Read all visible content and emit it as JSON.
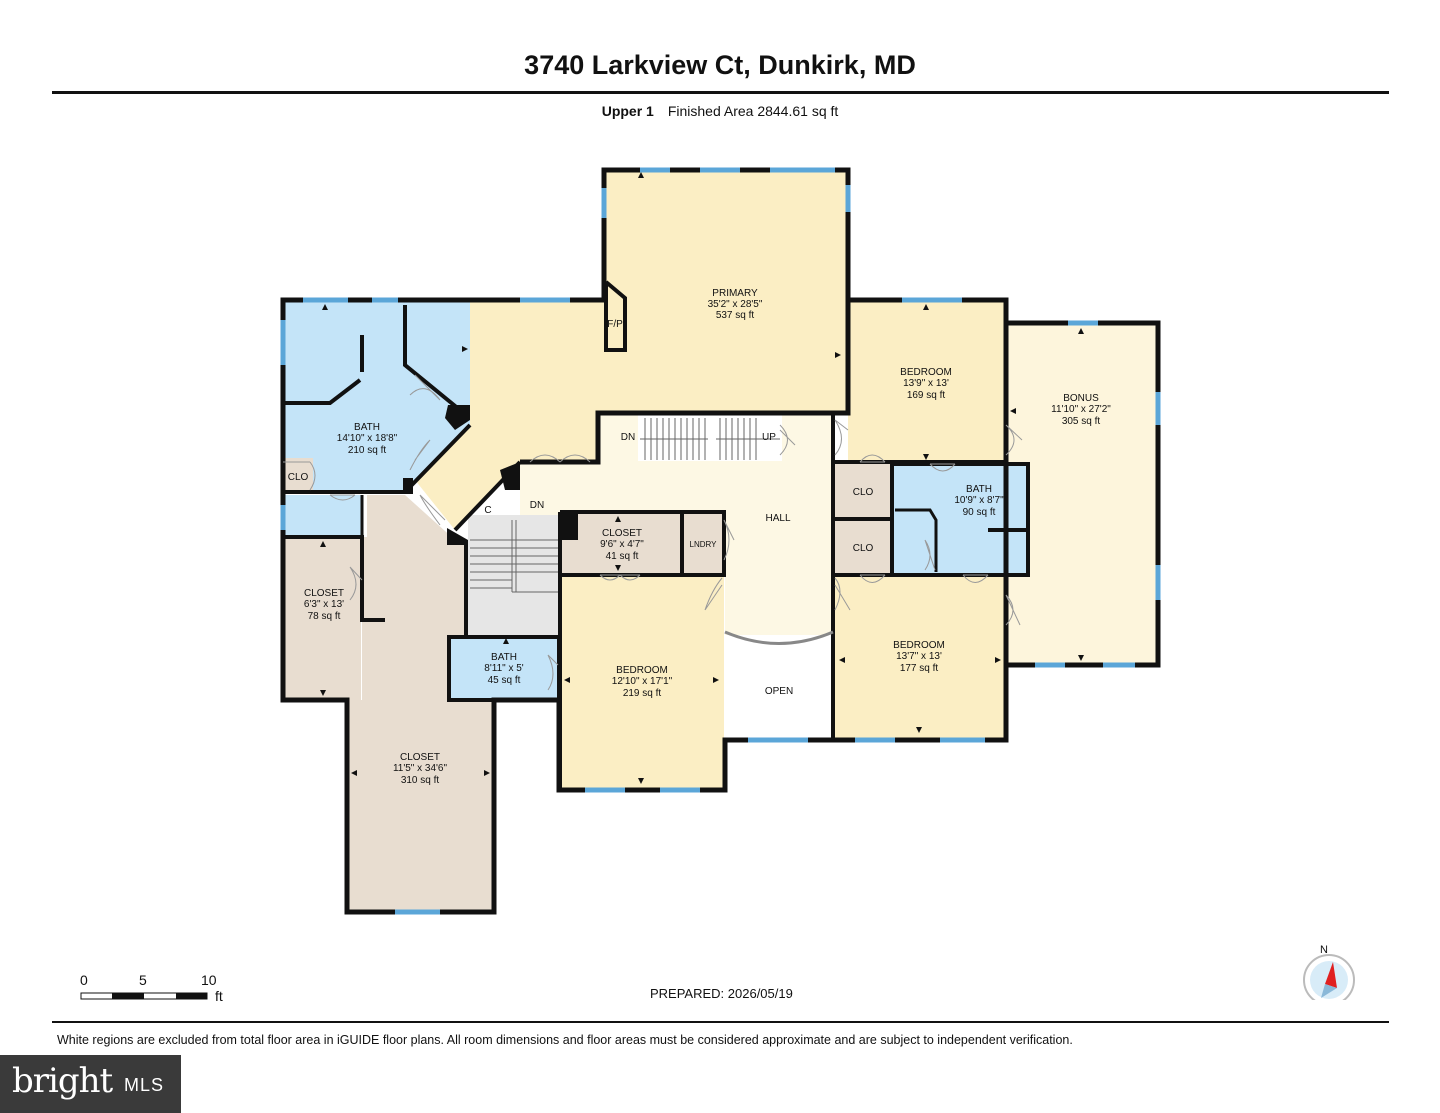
{
  "header": {
    "title": "3740 Larkview Ct, Dunkirk, MD",
    "level": "Upper 1",
    "finished_area": "Finished Area 2844.61 sq ft"
  },
  "rooms": {
    "primary": {
      "name": "PRIMARY",
      "dims": "35'2\" x 28'5\"",
      "area": "537 sq ft"
    },
    "fp": {
      "name": "F/P"
    },
    "bedroom_ne": {
      "name": "BEDROOM",
      "dims": "13'9\" x 13'",
      "area": "169 sq ft"
    },
    "bonus": {
      "name": "BONUS",
      "dims": "11'10\" x 27'2\"",
      "area": "305 sq ft"
    },
    "bath_w": {
      "name": "BATH",
      "dims": "14'10\" x 18'8\"",
      "area": "210 sq ft"
    },
    "clo_w": {
      "name": "CLO"
    },
    "closet_w": {
      "name": "CLOSET",
      "dims": "6'3\" x 13'",
      "area": "78 sq ft"
    },
    "closet_big": {
      "name": "CLOSET",
      "dims": "11'5\" x 34'6\"",
      "area": "310 sq ft"
    },
    "bath_small": {
      "name": "BATH",
      "dims": "8'11\" x 5'",
      "area": "45 sq ft"
    },
    "closet_mid": {
      "name": "CLOSET",
      "dims": "9'6\" x 4'7\"",
      "area": "41 sq ft"
    },
    "lndry": {
      "name": "LNDRY"
    },
    "hall": {
      "name": "HALL"
    },
    "open": {
      "name": "OPEN"
    },
    "bedroom_mid": {
      "name": "BEDROOM",
      "dims": "12'10\" x 17'1\"",
      "area": "219 sq ft"
    },
    "clo_e1": {
      "name": "CLO"
    },
    "clo_e2": {
      "name": "CLO"
    },
    "bath_e": {
      "name": "BATH",
      "dims": "10'9\" x 8'7\"",
      "area": "90 sq ft"
    },
    "bedroom_se": {
      "name": "BEDROOM",
      "dims": "13'7\" x 13'",
      "area": "177 sq ft"
    },
    "closet_c": {
      "name": "C"
    }
  },
  "stairs": {
    "dn1": "DN",
    "up": "UP",
    "dn2": "DN"
  },
  "scale": {
    "n0": "0",
    "n5": "5",
    "n10": "10",
    "unit": "ft"
  },
  "compass": {
    "north": "N"
  },
  "prepared": "PREPARED: 2026/05/19",
  "footer": "White regions are excluded from total floor area in iGUIDE floor plans. All room dimensions and floor areas must be considered approximate and are subject to independent verification.",
  "logo": {
    "bright": "bright",
    "mls": "MLS"
  },
  "colors": {
    "primary": "#fbeec4",
    "bedroom": "#fbeec4",
    "bonus": "#fdf5dc",
    "bath": "#c4e4f8",
    "closet": "#e8ddd0",
    "hall": "#fdf8e4",
    "window": "#5ba6d8",
    "wall": "#111111"
  }
}
